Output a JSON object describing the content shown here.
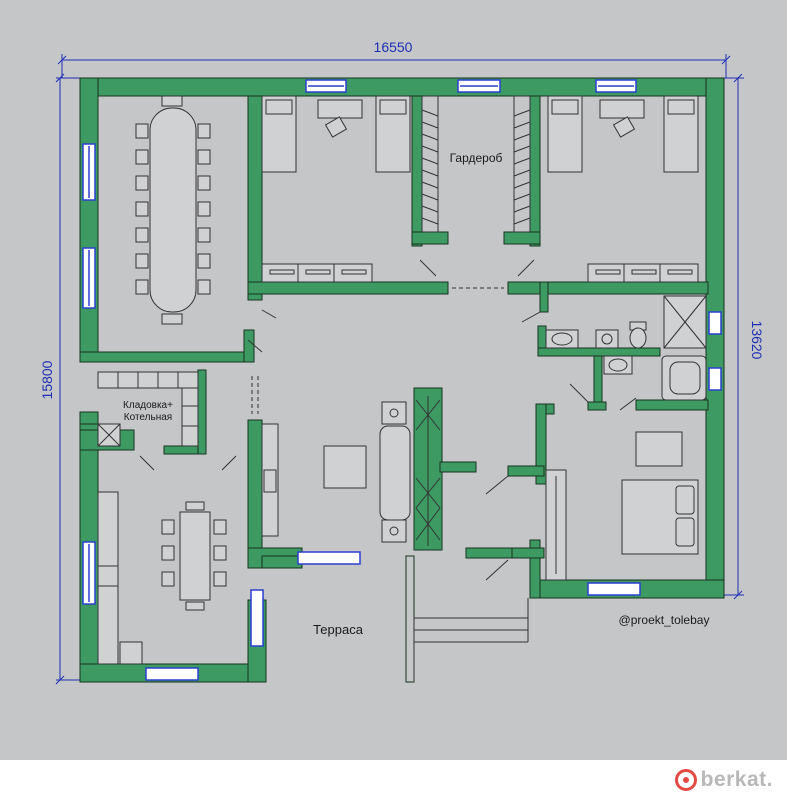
{
  "dimensions": {
    "top_width": "16550",
    "left_height": "15800",
    "right_height": "13620"
  },
  "rooms": {
    "wardrobe": "Гардероб",
    "pantry_line1": "Кладовка+",
    "pantry_line2": "Котельная",
    "terrace": "Терраса"
  },
  "credit": "@proekt_tolebay",
  "watermark": "berkat.",
  "colors": {
    "background": "#c5c6c8",
    "wall": "#3d9a62",
    "window": "#2a3fd0",
    "dimension": "#1e2fb5"
  },
  "icons": [
    "berkat-logo-icon"
  ]
}
